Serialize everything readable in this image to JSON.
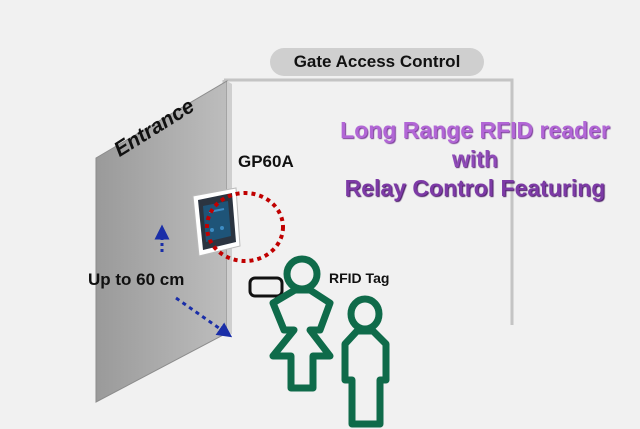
{
  "title": "Gate Access Control",
  "headline": {
    "line1": "Long Range RFID reader",
    "line2": "with",
    "line3": "Relay Control Featuring"
  },
  "entrance_label": "Entrance",
  "device_label": "GP60A",
  "range_label": "Up to 60 cm",
  "tag_label": "RFID Tag",
  "colors": {
    "person": "#0f6b4a",
    "dotted_range": "#c00000",
    "arrows": "#1a2ea8",
    "wall": "#a9a9a9",
    "headline_light": "#b266d6",
    "headline_dark": "#7d3aa6"
  }
}
